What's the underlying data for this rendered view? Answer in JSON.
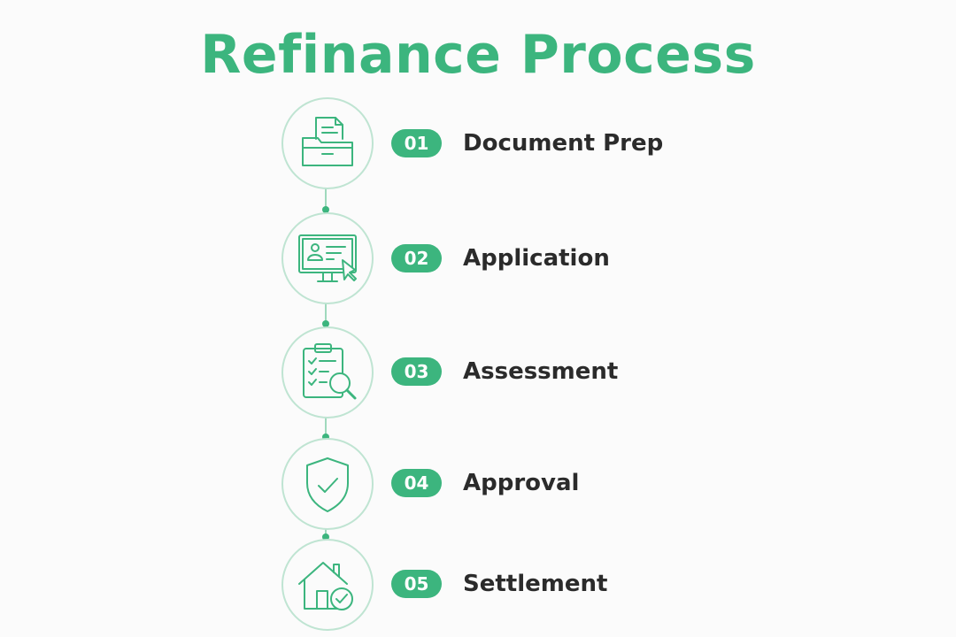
{
  "title": "Refinance Process",
  "accent_color": "#3cb57e",
  "steps": [
    {
      "number": "01",
      "label": "Document Prep",
      "icon": "folder-document-icon"
    },
    {
      "number": "02",
      "label": "Application",
      "icon": "computer-form-icon"
    },
    {
      "number": "03",
      "label": "Assessment",
      "icon": "clipboard-magnifier-icon"
    },
    {
      "number": "04",
      "label": "Approval",
      "icon": "shield-check-icon"
    },
    {
      "number": "05",
      "label": "Settlement",
      "icon": "house-check-icon"
    }
  ]
}
